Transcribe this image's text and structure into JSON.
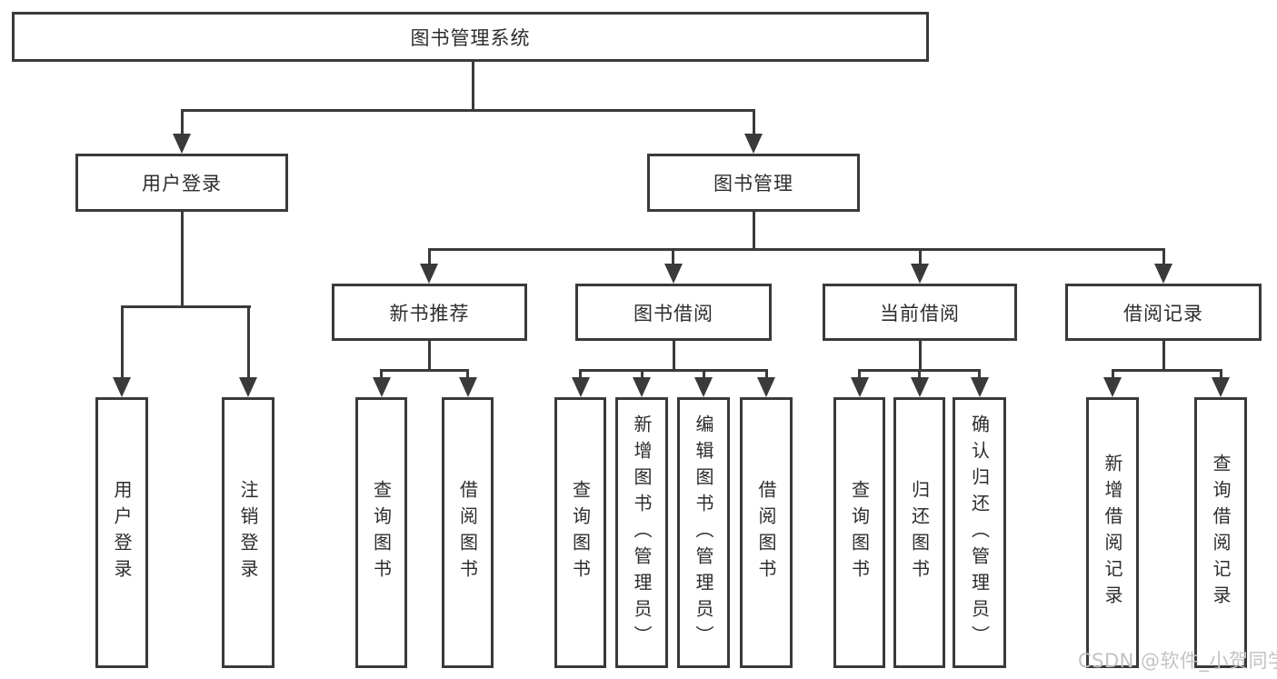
{
  "diagram": {
    "root": {
      "label": "图书管理系统"
    },
    "branches": [
      {
        "label": "用户登录",
        "leaves": [
          {
            "label": "用户登录"
          },
          {
            "label": "注销登录"
          }
        ]
      },
      {
        "label": "图书管理",
        "groups": [
          {
            "label": "新书推荐",
            "leaves": [
              {
                "label": "查询图书"
              },
              {
                "label": "借阅图书"
              }
            ]
          },
          {
            "label": "图书借阅",
            "leaves": [
              {
                "label": "查询图书"
              },
              {
                "label": "新增图书（管理员）"
              },
              {
                "label": "编辑图书（管理员）"
              },
              {
                "label": "借阅图书"
              }
            ]
          },
          {
            "label": "当前借阅",
            "leaves": [
              {
                "label": "查询图书"
              },
              {
                "label": "归还图书"
              },
              {
                "label": "确认归还（管理员）"
              }
            ]
          },
          {
            "label": "借阅记录",
            "leaves": [
              {
                "label": "新增借阅记录"
              },
              {
                "label": "查询借阅记录"
              }
            ]
          }
        ]
      }
    ]
  },
  "watermark": {
    "text": "CSDN @软件_小贺同学"
  },
  "colors": {
    "line": "#3a3a3a",
    "box_border": "#3a3a3a",
    "text": "#2d2d2d",
    "watermark": "#c3c3c3",
    "background": "#ffffff"
  }
}
